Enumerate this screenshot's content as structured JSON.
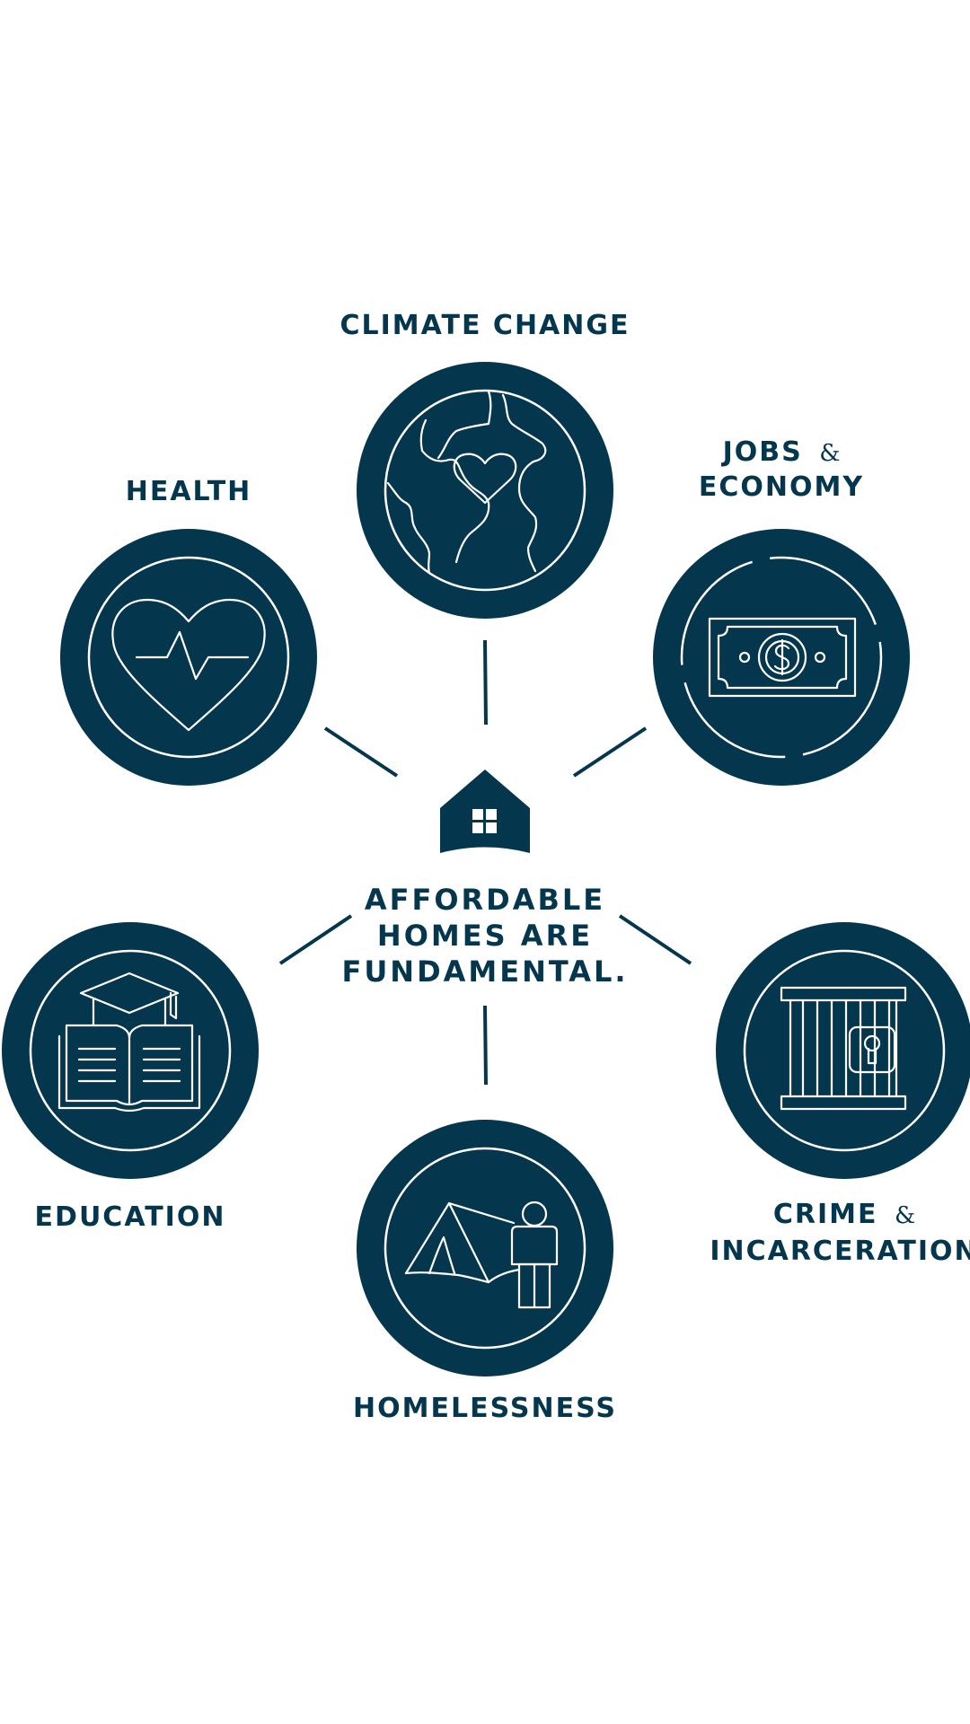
{
  "colors": {
    "primary": "#04364d",
    "background": "#ffffff",
    "icon_line": "#ffffff"
  },
  "center": {
    "icon": "house-icon",
    "lines": [
      "AFFORDABLE",
      "HOMES ARE",
      "FUNDAMENTAL."
    ]
  },
  "topics": {
    "climate": {
      "label": "CLIMATE CHANGE",
      "icon": "globe-heart-icon"
    },
    "health": {
      "label": "HEALTH",
      "icon": "heart-pulse-icon"
    },
    "jobs": {
      "label_line1": "JOBS",
      "amp": "&",
      "label_line2": "ECONOMY",
      "icon": "dollar-bill-icon"
    },
    "education": {
      "label": "EDUCATION",
      "icon": "book-graduation-cap-icon"
    },
    "crime": {
      "label_line1": "CRIME",
      "amp": "&",
      "label_line2": "INCARCERATION",
      "icon": "jail-cell-icon"
    },
    "homelessness": {
      "label": "HOMELESSNESS",
      "icon": "tent-person-icon"
    }
  }
}
